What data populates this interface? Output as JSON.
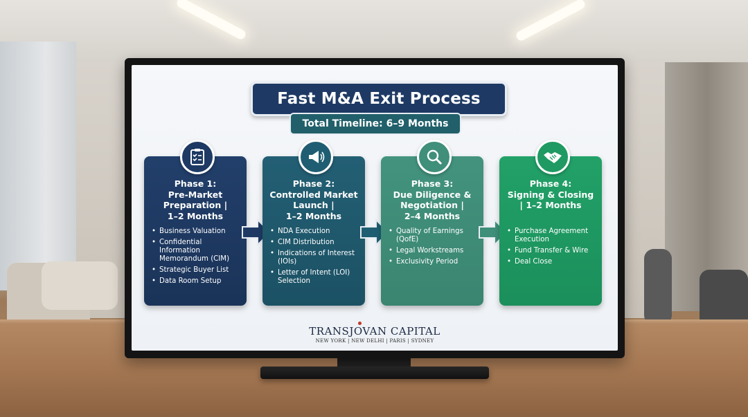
{
  "slide": {
    "title": "Fast M&A Exit Process",
    "timeline": "Total Timeline: 6–9 Months",
    "phases": [
      {
        "heading": "Phase 1: Pre-Market Preparation | 1–2 Months",
        "heading_lines": [
          "Phase 1:",
          "Pre-Market",
          "Preparation |",
          "1–2 Months"
        ],
        "icon": "clipboard-checklist-icon",
        "items": [
          "Business Valuation",
          "Confidential Information Memorandum (CIM)",
          "Strategic Buyer List",
          "Data Room Setup"
        ]
      },
      {
        "heading": "Phase 2: Controlled Market Launch | 1–2 Months",
        "heading_lines": [
          "Phase 2:",
          "Controlled Market",
          "Launch |",
          "1–2 Months"
        ],
        "icon": "megaphone-icon",
        "items": [
          "NDA Execution",
          "CIM Distribution",
          "Indications of Interest (IOIs)",
          "Letter of Intent (LOI) Selection"
        ]
      },
      {
        "heading": "Phase 3: Due Diligence & Negotiation | 2–4 Months",
        "heading_lines": [
          "Phase 3:",
          "Due Diligence &",
          "Negotiation |",
          "2–4 Months"
        ],
        "icon": "magnifying-glass-icon",
        "items": [
          "Quality of Earnings (QofE)",
          "Legal Workstreams",
          "Exclusivity Period"
        ]
      },
      {
        "heading": "Phase 4: Signing & Closing | 1–2 Months",
        "heading_lines": [
          "Phase 4:",
          "Signing & Closing",
          "| 1–2 Months"
        ],
        "icon": "handshake-icon",
        "items": [
          "Purchase Agreement Execution",
          "Fund Transfer & Wire",
          "Deal Close"
        ]
      }
    ],
    "brand": {
      "name": "TRANSJOVAN CAPITAL",
      "cities": "NEW YORK | NEW DELHI | PARIS | SYDNEY"
    }
  },
  "colors": {
    "phase1": "#1e3a64",
    "phase2": "#1f5e72",
    "phase3": "#3f8f7a",
    "phase4": "#1f9a62",
    "title_bg": "#1e3a64",
    "timeline_bg": "#21606a"
  }
}
